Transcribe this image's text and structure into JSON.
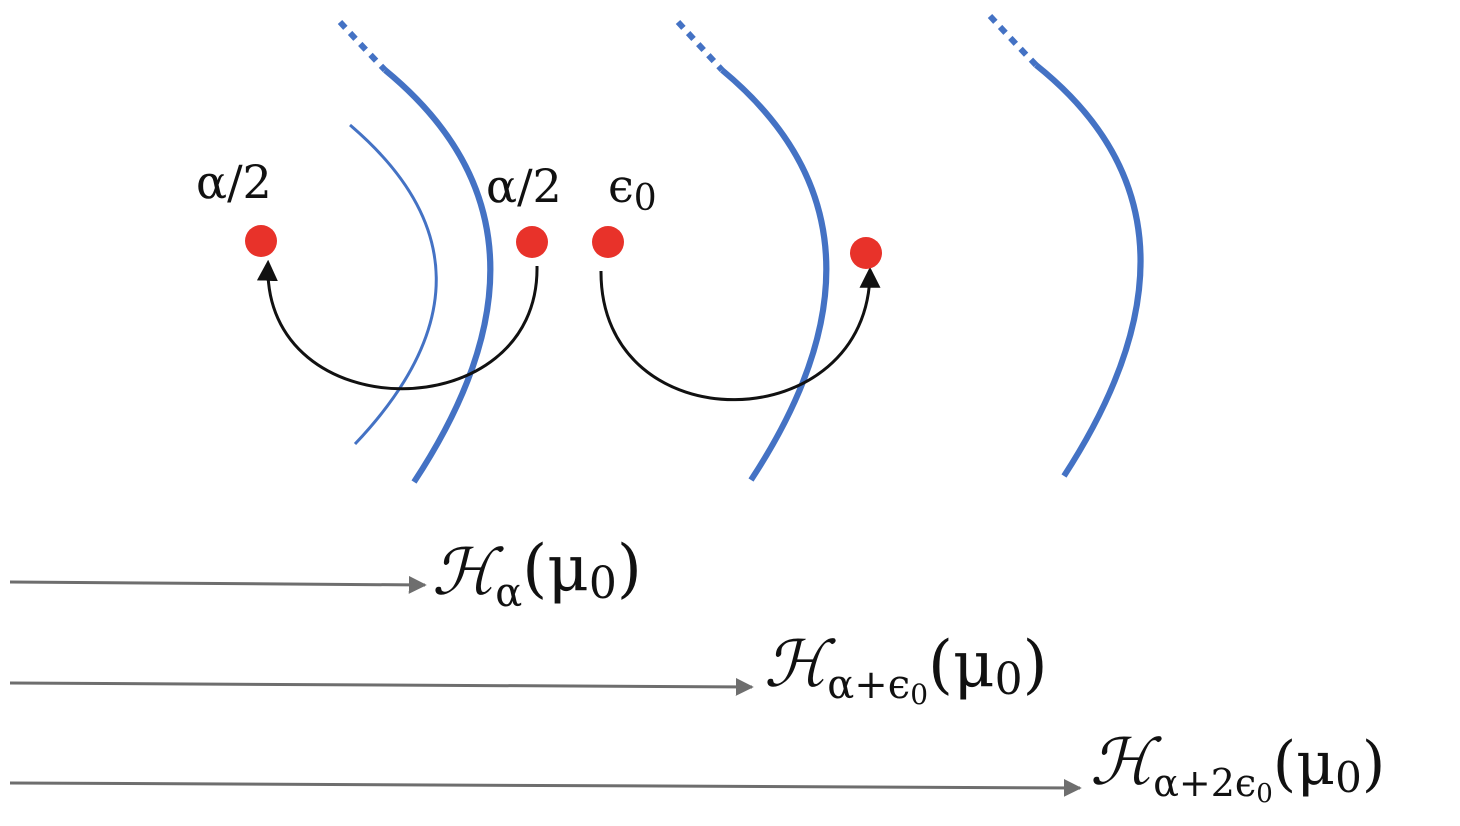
{
  "colors": {
    "boundary_blue": "#4472C4",
    "dot_red": "#E8322A",
    "arrow_black": "#111111",
    "level_arrow_gray": "#6E6E6E",
    "text": "#111111"
  },
  "dots": [
    {
      "id": "dot-1",
      "label": "α/2"
    },
    {
      "id": "dot-2",
      "label": "α/2"
    },
    {
      "id": "dot-3",
      "label": "ϵ0",
      "label_main": "ϵ",
      "label_sub": "0"
    },
    {
      "id": "dot-4",
      "label": ""
    }
  ],
  "set_labels": [
    {
      "id": "set-label-alpha",
      "calligraphic": "ℋ",
      "subscript": "α",
      "subscript_tail": "",
      "argument": "(μ",
      "argument_sub": "0",
      "argument_close": ")"
    },
    {
      "id": "set-label-alpha-plus-eps",
      "calligraphic": "ℋ",
      "subscript": "α+ϵ",
      "subscript_tail": "0",
      "argument": "(μ",
      "argument_sub": "0",
      "argument_close": ")"
    },
    {
      "id": "set-label-alpha-plus-2eps",
      "calligraphic": "ℋ",
      "subscript": "α+2ϵ",
      "subscript_tail": "0",
      "argument": "(μ",
      "argument_sub": "0",
      "argument_close": ")"
    }
  ]
}
